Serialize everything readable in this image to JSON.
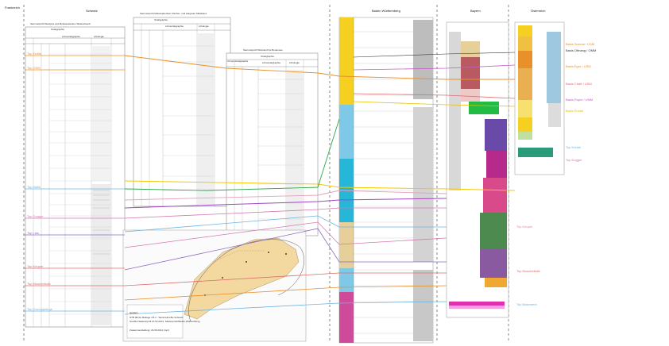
{
  "regions": {
    "frankreich": "Frankreich",
    "schweiz": "Schweiz",
    "baden_wuerttemberg": "Baden Württemberg",
    "bayern": "Bayern",
    "oesterreich": "Österreich"
  },
  "columns": {
    "westjura": "Sammelprofil Westjura und Molassebecken Westschweiz",
    "zuercher": "Sammelprofil Molassebecken Zürcher- und Aargauer Mittelland",
    "bodensee": "Sammelprofil Weinland bis Bodensee"
  },
  "column_headers": {
    "stratigraphie": "Stratigraphie",
    "lithostratigraphie": "Lithostratigraphie",
    "lithologie": "Lithologie",
    "chronostratigraphie": "Chronostratigraphie"
  },
  "left_horizons": [
    {
      "label": "Top Tertiär",
      "color": "#e8902a"
    },
    {
      "label": "Top OSM",
      "color": "#e8902a"
    },
    {
      "label": "Top Malm",
      "color": "#6fb3e0"
    },
    {
      "label": "Top Dogger",
      "color": "#d27ab0"
    },
    {
      "label": "Top Lias",
      "color": "#8d6bc2"
    },
    {
      "label": "Top Keuper",
      "color": "#e06c6c"
    },
    {
      "label": "Top Muschelkalk",
      "color": "#e06c6c"
    },
    {
      "label": "Top Grundgebirge",
      "color": "#6fb3e0"
    }
  ],
  "right_horizons": [
    {
      "label": "Basis Sarmat / OSM",
      "color": "#e8902a"
    },
    {
      "label": "Basis Ottnang / OMM",
      "color": "#333333"
    },
    {
      "label": "Basis Eger / USM",
      "color": "#e8902a"
    },
    {
      "label": "Basis Chatt / USM",
      "color": "#e06c6c"
    },
    {
      "label": "Basis Rupel / UMM",
      "color": "#c060c0"
    },
    {
      "label": "Basis Eozän",
      "color": "#e8c000"
    },
    {
      "label": "Top Kreide",
      "color": "#6fb3e0"
    },
    {
      "label": "Top Dogger",
      "color": "#d27ab0"
    },
    {
      "label": "Top Keuper",
      "color": "#e88aa0"
    },
    {
      "label": "Top Muschelkalk",
      "color": "#e06c6c"
    },
    {
      "label": "Top Basement",
      "color": "#6fb3e0"
    }
  ],
  "quellen": {
    "title": "Quellen:",
    "lines": [
      "NTB 08-04, Beilage 4.5-1 : Sammelprofile Schweiz",
      "GeoMol Säulenprofil 10.02.2014: Säulenprofil Baden-Württemberg"
    ],
    "compiled": "Zusammenstellung: 23.06.2014 (mpr)"
  },
  "colors": {
    "baden_yellow": "#f5d020",
    "baden_blue": "#7ec8e8",
    "baden_cyan": "#26b6d8",
    "baden_tan": "#e6cf98",
    "baden_magenta": "#d04a9a",
    "map_land": "#f3d8a0",
    "orange_line": "#e8902a",
    "purple_line": "#a04ac0",
    "green_line": "#2aa84a",
    "yellow_line": "#f5c800",
    "pink_line": "#e6a0b8"
  }
}
